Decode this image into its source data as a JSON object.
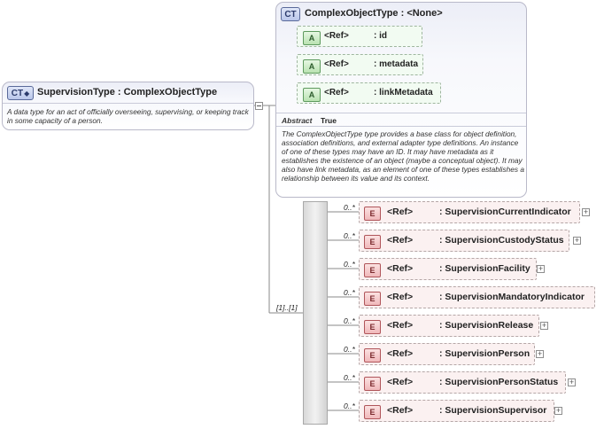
{
  "main_type": {
    "badge": "CT",
    "title": "SupervisionType : ComplexObjectType",
    "description": "A data type for an act of officially overseeing, supervising, or keeping track in some capacity of a person."
  },
  "base_type": {
    "badge": "CT",
    "title": "ComplexObjectType : <None>",
    "attributes": [
      {
        "badge": "A",
        "ref": "<Ref>",
        "name": ": id"
      },
      {
        "badge": "A",
        "ref": "<Ref>",
        "name": ": metadata"
      },
      {
        "badge": "A",
        "ref": "<Ref>",
        "name": ": linkMetadata"
      }
    ],
    "abstract_label": "Abstract",
    "abstract_value": "True",
    "description": "The ComplexObjectType type provides a base class for object definition, association definitions, and external adapter type definitions. An instance of one of these types may have an ID. It may have metadata as it establishes the existence of an object (maybe a conceptual object). It may also have link metadata, as an element of one of these types establishes a relationship between its value and its context."
  },
  "sequence": {
    "occurrence": "[1]..[1]"
  },
  "elements": [
    {
      "badge": "E",
      "occurrence": "0..*",
      "ref": "<Ref>",
      "name": ": SupervisionCurrentIndicator"
    },
    {
      "badge": "E",
      "occurrence": "0..*",
      "ref": "<Ref>",
      "name": ": SupervisionCustodyStatus"
    },
    {
      "badge": "E",
      "occurrence": "0..*",
      "ref": "<Ref>",
      "name": ": SupervisionFacility"
    },
    {
      "badge": "E",
      "occurrence": "0..*",
      "ref": "<Ref>",
      "name": ": SupervisionMandatoryIndicator"
    },
    {
      "badge": "E",
      "occurrence": "0..*",
      "ref": "<Ref>",
      "name": ": SupervisionRelease"
    },
    {
      "badge": "E",
      "occurrence": "0..*",
      "ref": "<Ref>",
      "name": ": SupervisionPerson"
    },
    {
      "badge": "E",
      "occurrence": "0..*",
      "ref": "<Ref>",
      "name": ": SupervisionPersonStatus"
    },
    {
      "badge": "E",
      "occurrence": "0..*",
      "ref": "<Ref>",
      "name": ": SupervisionSupervisor"
    }
  ]
}
